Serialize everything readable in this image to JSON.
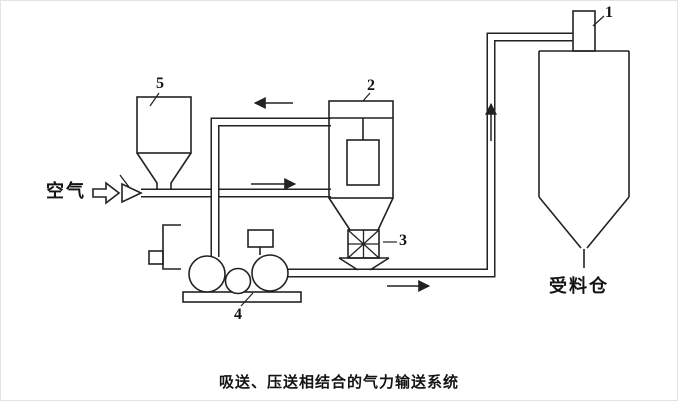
{
  "diagram": {
    "caption": "吸送、压送相结合的气力输送系统",
    "labels": {
      "air_inlet": "空气",
      "receiving_bin": "受料仓"
    },
    "part_numbers": {
      "part1": "1",
      "part2": "2",
      "part3": "3",
      "part4": "4",
      "part5": "5"
    },
    "colors": {
      "line": "#222222",
      "background": "#ffffff"
    }
  }
}
